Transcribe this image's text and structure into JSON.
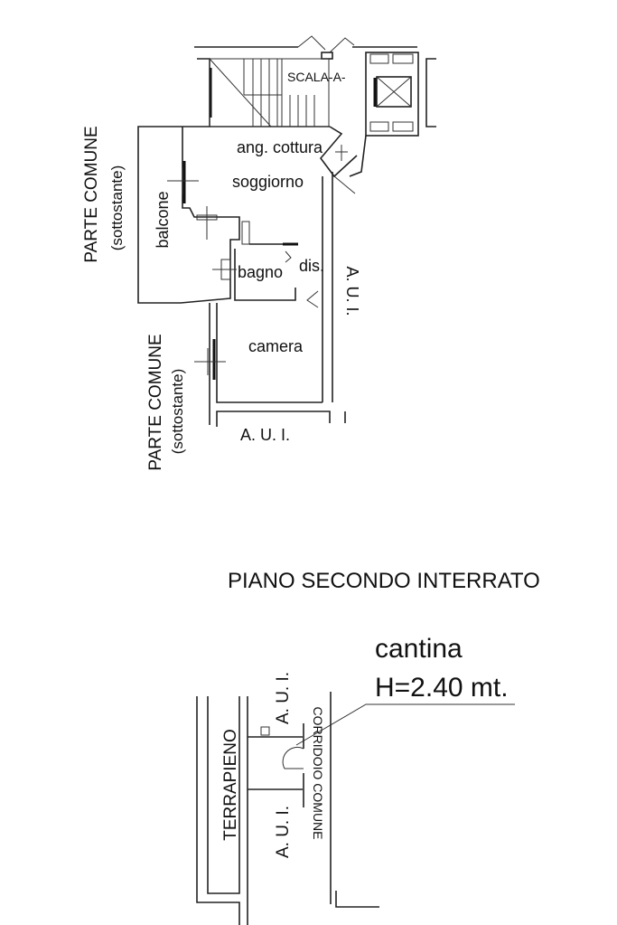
{
  "upper_plan": {
    "scala": "SCALA-A-",
    "parte_comune_1": "PARTE COMUNE",
    "sottostante_1": "(sottostante)",
    "parte_comune_2": "PARTE COMUNE",
    "sottostante_2": "(sottostante)",
    "ang_cottura": "ang. cottura",
    "soggiorno": "soggiorno",
    "balcone": "balcone",
    "bagno": "bagno",
    "dis": "dis.",
    "aui_right": "A. U. I.",
    "camera": "camera",
    "aui_bottom": "A. U. I."
  },
  "lower_plan": {
    "title": "PIANO SECONDO INTERRATO",
    "cantina": "cantina",
    "height": "H=2.40 mt.",
    "terrapieno": "TERRAPIENO",
    "aui_top": "A. U. I.",
    "aui_bottom": "A. U. I.",
    "corridoio": "CORRIDOIO COMUNE"
  }
}
